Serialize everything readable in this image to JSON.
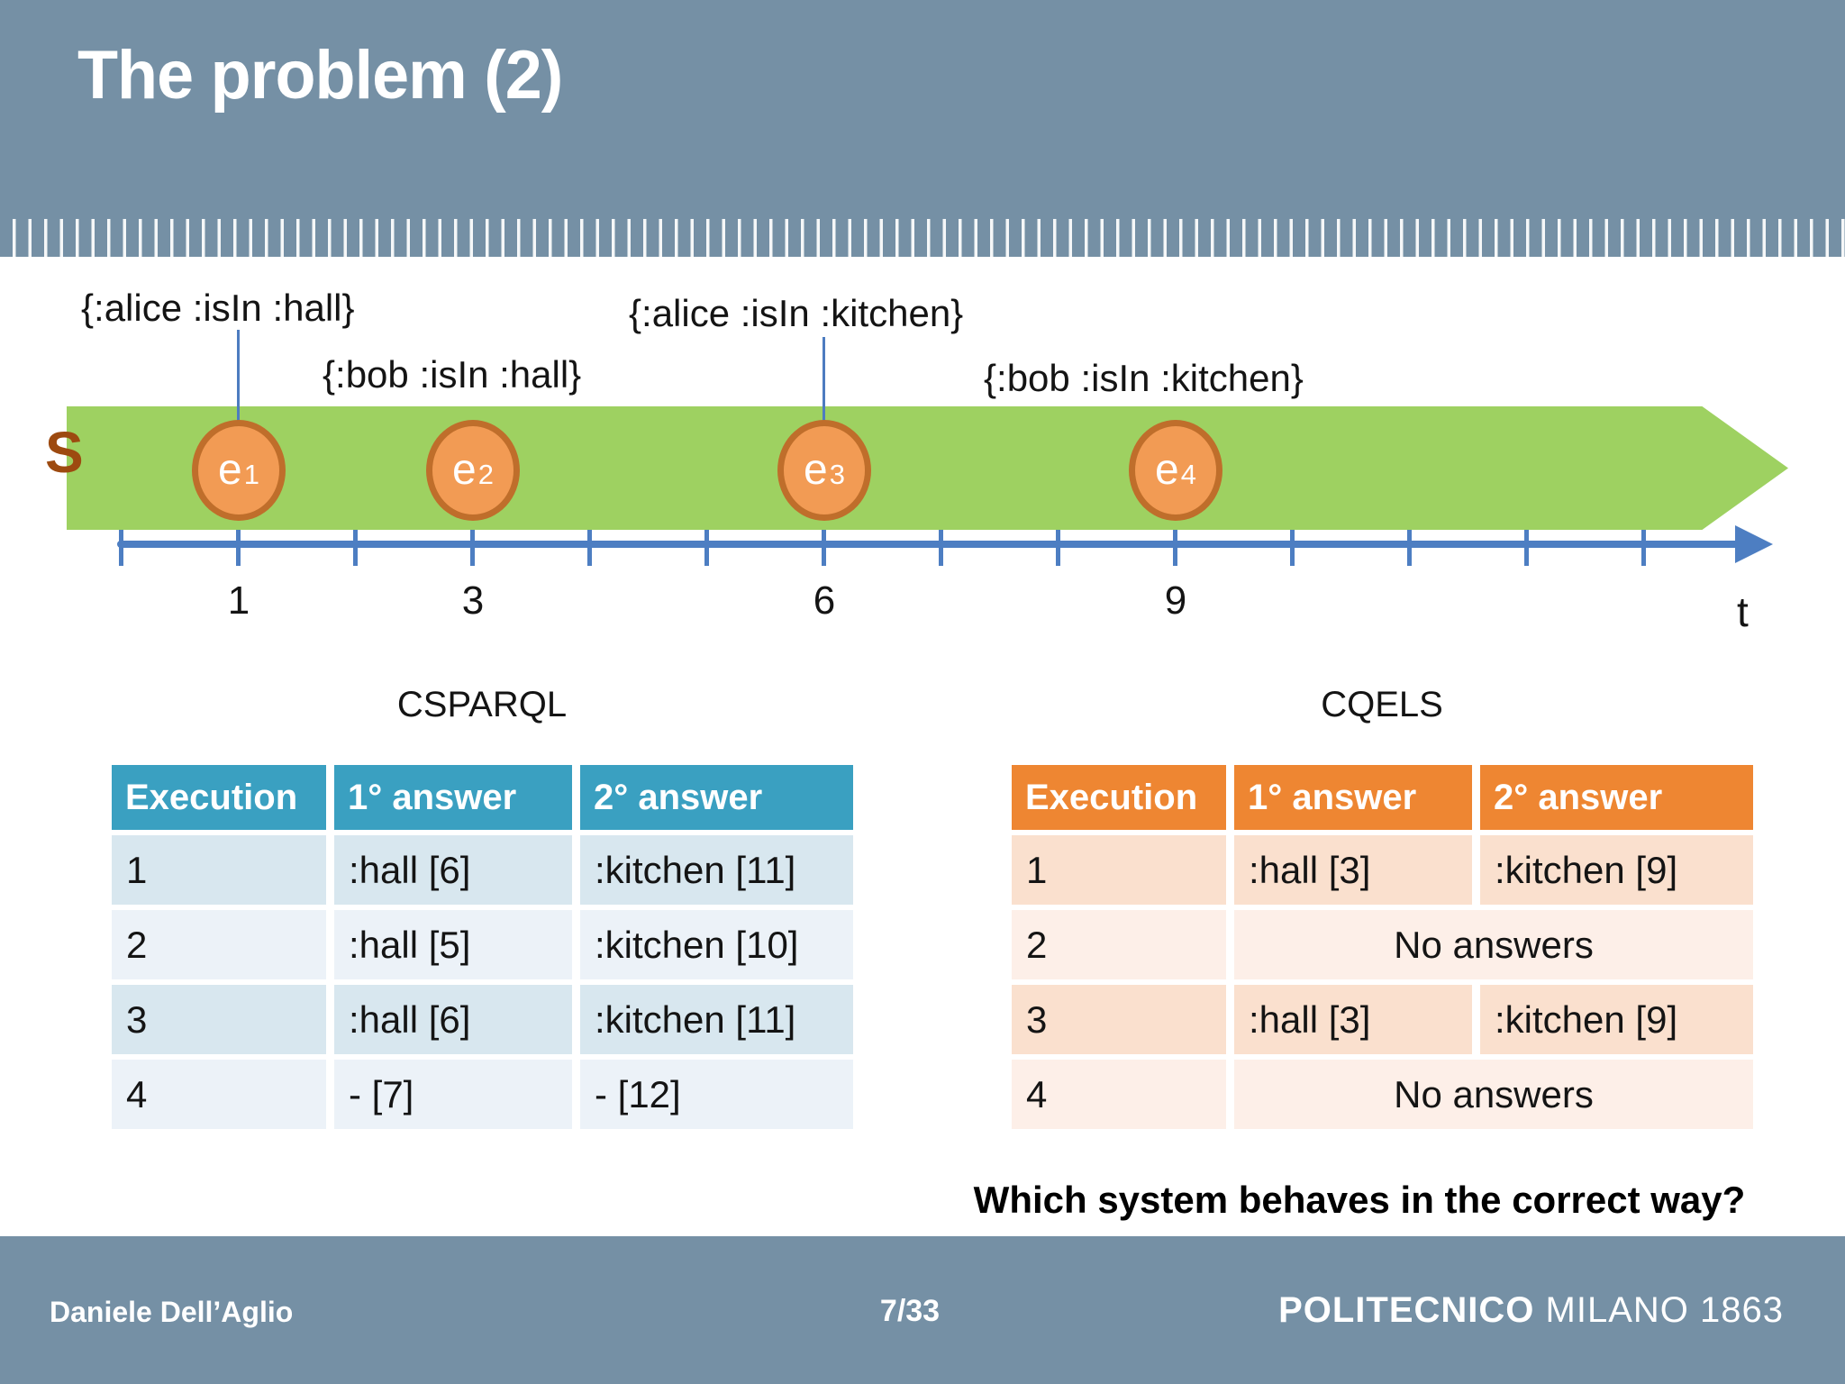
{
  "slide": {
    "title": "The problem (2)",
    "author": "Daniele Dell’Aglio",
    "page_number": "7/33",
    "brand_bold": "POLITECNICO",
    "brand_rest": " MILANO 1863",
    "question": "Which system behaves in the correct way?"
  },
  "timeline": {
    "stream_label": "S",
    "axis_label": "t",
    "axis_tick_labels": [
      "1",
      "3",
      "6",
      "9"
    ],
    "events": [
      {
        "label_base": "e",
        "label_sub": "1",
        "time": "1",
        "annotation": "{:alice :isIn :hall}"
      },
      {
        "label_base": "e",
        "label_sub": "2",
        "time": "3",
        "annotation": "{:bob :isIn :hall}"
      },
      {
        "label_base": "e",
        "label_sub": "3",
        "time": "6",
        "annotation": "{:alice :isIn :kitchen}"
      },
      {
        "label_base": "e",
        "label_sub": "4",
        "time": "9",
        "annotation": "{:bob :isIn :kitchen}"
      }
    ]
  },
  "tables": {
    "csparql": {
      "title": "CSPARQL",
      "headers": [
        "Execution",
        "1° answer",
        "2° answer"
      ],
      "rows": [
        [
          "1",
          ":hall [6]",
          ":kitchen [11]"
        ],
        [
          "2",
          ":hall [5]",
          ":kitchen [10]"
        ],
        [
          "3",
          ":hall [6]",
          ":kitchen [11]"
        ],
        [
          "4",
          "- [7]",
          "- [12]"
        ]
      ]
    },
    "cqels": {
      "title": "CQELS",
      "headers": [
        "Execution",
        "1° answer",
        "2° answer"
      ],
      "rows": [
        [
          "1",
          ":hall [3]",
          ":kitchen [9]"
        ],
        [
          "2",
          "No answers"
        ],
        [
          "3",
          ":hall [3]",
          ":kitchen [9]"
        ],
        [
          "4",
          "No answers"
        ]
      ]
    }
  },
  "colors": {
    "header_footer_bg": "#7590A5",
    "stream_green": "#9ED161",
    "event_fill": "#F29B54",
    "event_border": "#BF6E2B",
    "stream_label_color": "#9D4A10",
    "axis_blue": "#4D7EC2",
    "connector_blue": "#4D7CC0",
    "csparql_header_bg": "#3AA0C1",
    "csparql_row_dark": "#D8E7EF",
    "csparql_row_light": "#ECF2F8",
    "cqels_header_bg": "#EE8632",
    "cqels_row_dark": "#FAE0CE",
    "cqels_row_light": "#FDEFE8"
  }
}
